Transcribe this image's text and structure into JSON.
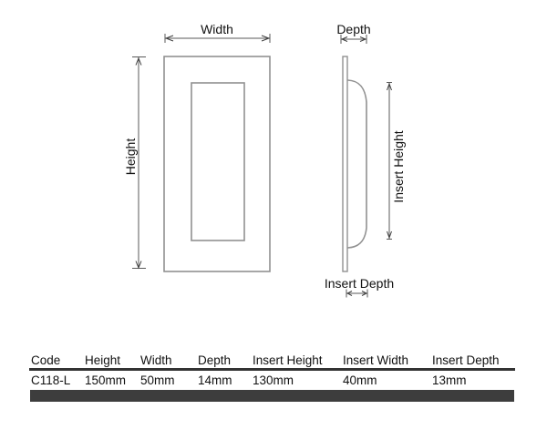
{
  "diagram": {
    "front_view": {
      "width_label": "Width",
      "height_label": "Height"
    },
    "side_view": {
      "depth_label": "Depth",
      "insert_height_label": "Insert Height",
      "insert_depth_label": "Insert Depth"
    },
    "colors": {
      "outline_gray": "#919191",
      "dimension_gray": "#5a5a5a",
      "arrow_dark": "#3f3f3f",
      "label_black": "#111111",
      "table_rule": "#333333",
      "table_bar": "#3d3d3d"
    }
  },
  "spec_table": {
    "headers": [
      "Code",
      "Height",
      "Width",
      "Depth",
      "Insert Height",
      "Insert Width",
      "Insert Depth"
    ],
    "row": {
      "code": "C118-L",
      "height": "150mm",
      "width": "50mm",
      "depth": "14mm",
      "insert_height": "130mm",
      "insert_width": "40mm",
      "insert_depth": "13mm"
    }
  }
}
